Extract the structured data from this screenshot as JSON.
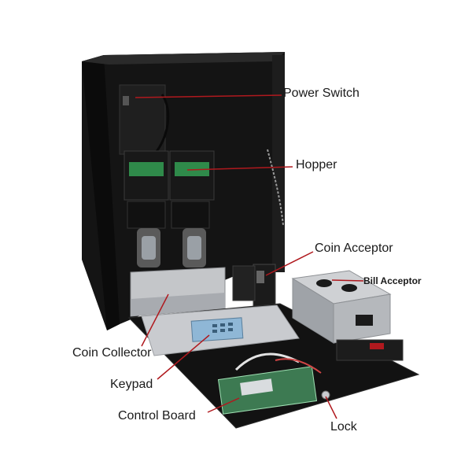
{
  "labels": {
    "power_switch": "Power Switch",
    "hopper": "Hopper",
    "coin_acceptor": "Coin Acceptor",
    "bill_acceptor": "Bill Acceptor",
    "coin_collector": "Coin Collector",
    "keypad": "Keypad",
    "control_board": "Control Board",
    "lock": "Lock"
  },
  "colors": {
    "leader_line": "#b0191e",
    "cabinet": "#141414",
    "cabinet_edge": "#2a2a2a",
    "steel": "#b9bcc0",
    "hopper_label": "#2f8a4a",
    "keypad": "#8fb7d6"
  }
}
